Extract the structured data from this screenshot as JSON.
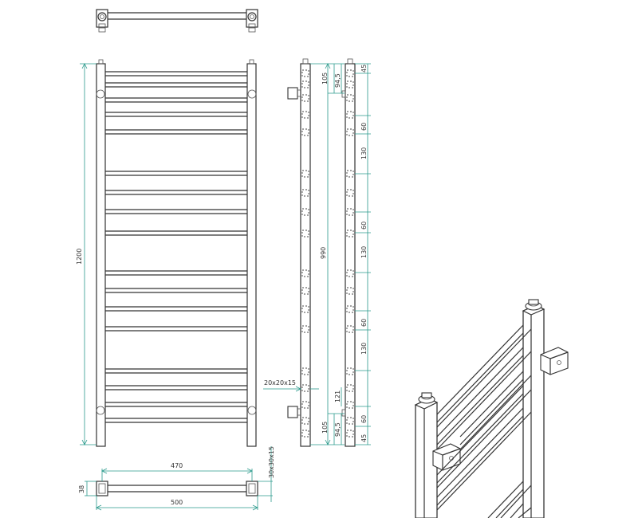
{
  "colors": {
    "line": "#333333",
    "dimension": "#2a9a8c",
    "background": "#ffffff"
  },
  "front_view": {
    "height_label": "1200"
  },
  "bottom_view": {
    "inner_width_label": "470",
    "outer_width_label": "500",
    "depth_label": "38",
    "tube_section_label": "30x30x15"
  },
  "side_view": {
    "overall_label": "990",
    "top_offset_label": "105",
    "top_inner_label": "94,5",
    "bottom_offset_label": "105",
    "bottom_inner_label": "94,5",
    "mid_small_label": "121",
    "rung_section_label": "20x20x15",
    "segments": [
      "45",
      "60",
      "130",
      "60",
      "130",
      "60",
      "130",
      "60",
      "45"
    ]
  }
}
